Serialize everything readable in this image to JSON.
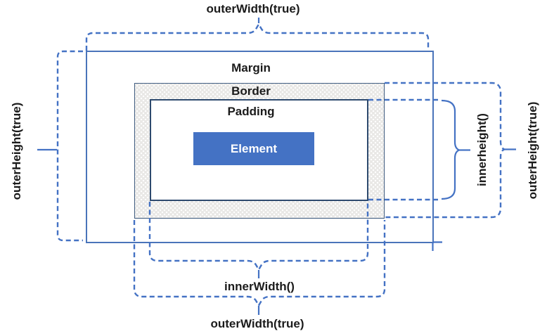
{
  "diagram": {
    "top_label": "outerWidth(true)",
    "left_label": "outerHeight(true)",
    "right_inner_label": "innerheight()",
    "right_outer_label": "outerHeight(true)",
    "bottom_inner_label": "innerWidth()",
    "bottom_outer_label": "outerWidth(true)",
    "boxes": {
      "margin": "Margin",
      "border": "Border",
      "padding": "Padding",
      "element": "Element"
    },
    "colors": {
      "line_blue": "#4472C4",
      "element_fill": "#4472C4",
      "element_text": "#FFFFFF",
      "border_fill": "#E9E8E6",
      "border_outline": "#3D5A7E",
      "padding_outline": "#2E4A6E",
      "margin_outline": "#4A74BA",
      "label_text": "#1B1B1B",
      "background": "#FFFFFF"
    }
  }
}
